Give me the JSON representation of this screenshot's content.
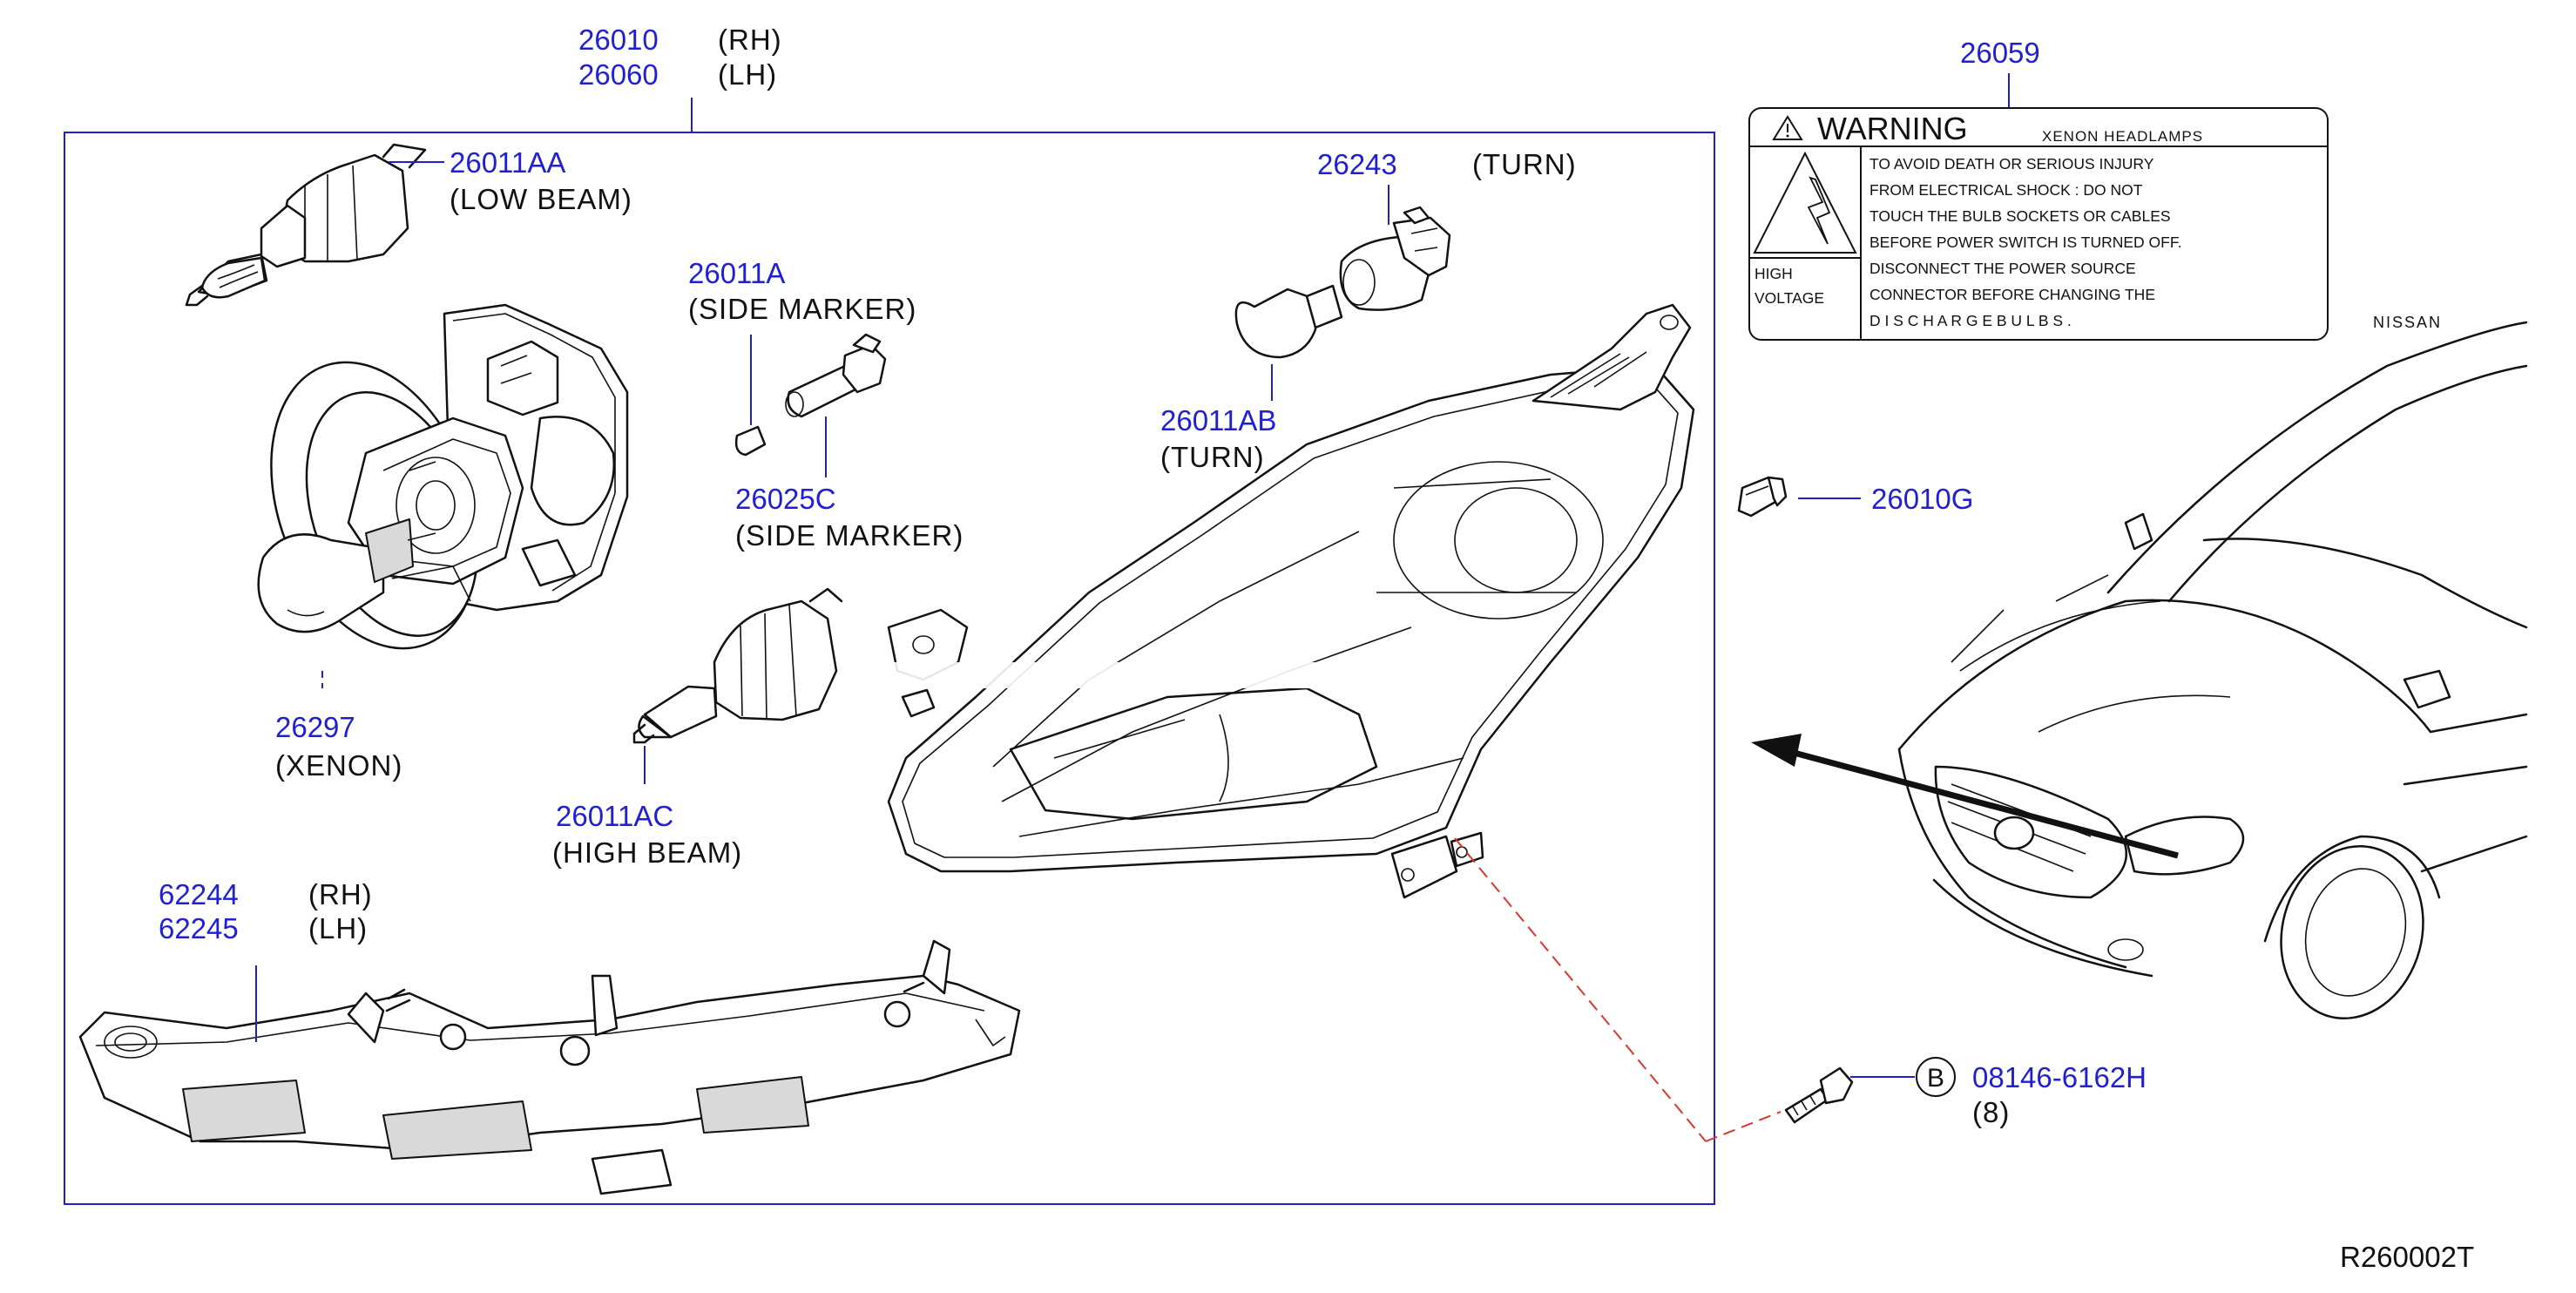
{
  "parts": {
    "p26010": "26010",
    "p26010_side": "(RH)",
    "p26060": "26060",
    "p26060_side": "(LH)",
    "p26011AA": "26011AA",
    "p26011AA_desc": "(LOW  BEAM)",
    "p26011A": "26011A",
    "p26011A_desc": "(SIDE  MARKER)",
    "p26025C": "26025C",
    "p26025C_desc": "(SIDE  MARKER)",
    "p26297": "26297",
    "p26297_desc": "(XENON)",
    "p26011AC": "26011AC",
    "p26011AC_desc": "(HIGH  BEAM)",
    "p26243": "26243",
    "p26243_desc": "(TURN)",
    "p26011AB": "26011AB",
    "p26011AB_desc": "(TURN)",
    "p62244": "62244",
    "p62244_side": "(RH)",
    "p62245": "62245",
    "p62245_side": "(LH)",
    "p26059": "26059",
    "p26010G": "26010G",
    "bolt_marker": "B",
    "bolt_part": "08146-6162H",
    "bolt_qty": "(8)"
  },
  "warning_label": {
    "title": "WARNING",
    "subtitle": "XENON   HEADLAMPS",
    "hv_line1": "HIGH",
    "hv_line2": "VOLTAGE",
    "lines": [
      "TO   AVOID   DEATH   OR   SERIOUS   INJURY",
      "FROM   ELECTRICAL   SHOCK  :  DO   NOT",
      "TOUCH   THE   BULB   SOCKETS   OR   CABLES",
      "BEFORE   POWER   SWITCH   IS   TURNED   OFF.",
      "DISCONNECT   THE   POWER   SOURCE",
      "CONNECTOR   BEFORE   CHANGING   THE",
      "D I S C H A R G E    B U L B S ."
    ]
  },
  "brand": "NISSAN",
  "diagram_id": "R260002T",
  "colors": {
    "part_number": "#1f1fd6",
    "ink": "#111111",
    "connector_dash": "#e0352f"
  }
}
